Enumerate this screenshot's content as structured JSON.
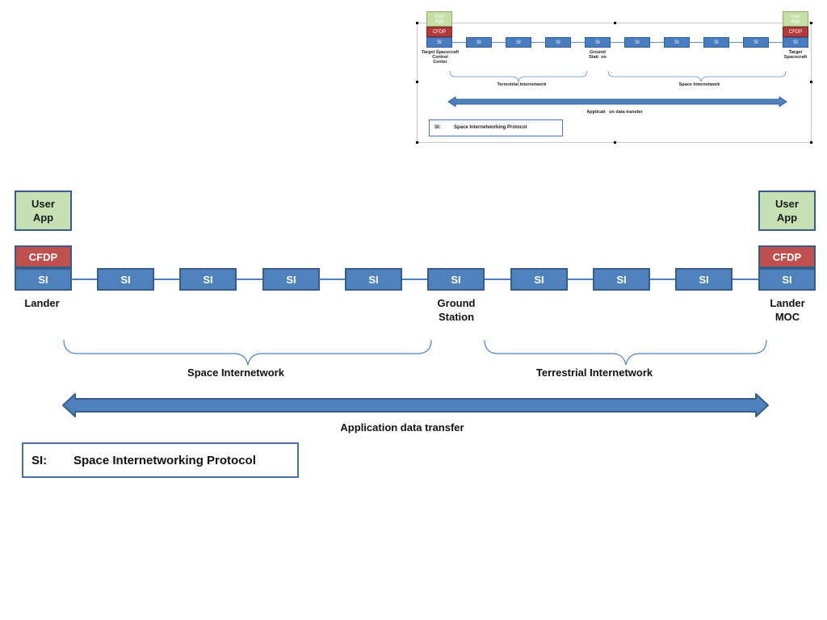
{
  "colors": {
    "si_fill": "#4f81bd",
    "cfdp_fill": "#c0504d",
    "user_fill": "#c6e0b4",
    "border": "#385d8a",
    "arrow_fill": "#4f81bd"
  },
  "main": {
    "left_node": {
      "user_app": "User\nApp",
      "cfdp": "CFDP",
      "si": "SI",
      "label": "Lander"
    },
    "right_node": {
      "user_app": "User\nApp",
      "cfdp": "CFDP",
      "si": "SI",
      "label": "Lander\nMOC"
    },
    "middle_si": [
      "SI",
      "SI",
      "SI",
      "SI",
      "SI",
      "SI",
      "SI",
      "SI"
    ],
    "ground_station_label": "Ground\nStation",
    "brace_left_label": "Space Internetwork",
    "brace_right_label": "Terrestrial Internetwork",
    "arrow_label": "Application data transfer",
    "legend": {
      "key": "SI:",
      "value": "Space Internetworking Protocol"
    }
  },
  "thumbnail": {
    "left_node": {
      "user_app": "User\nApp",
      "cfdp": "CFDP",
      "si": "SI",
      "label": "Target Spacecraft\nControl\nCenter"
    },
    "right_node": {
      "user_app": "User\nApp",
      "cfdp": "CFDP",
      "si": "SI",
      "label": "Target\nSpacecraft"
    },
    "middle_si": [
      "SI",
      "SI",
      "SI",
      "SI",
      "SI",
      "SI",
      "SI",
      "SI"
    ],
    "ground_station_label": "Ground\nStati  on",
    "brace_left_label": "Terrestrial Internetwork",
    "brace_right_label": "Space Internetwork",
    "arrow_label": "Applicati   on data transfer",
    "legend": {
      "key": "SI:",
      "value": "Space Internetworking Protocol"
    }
  }
}
